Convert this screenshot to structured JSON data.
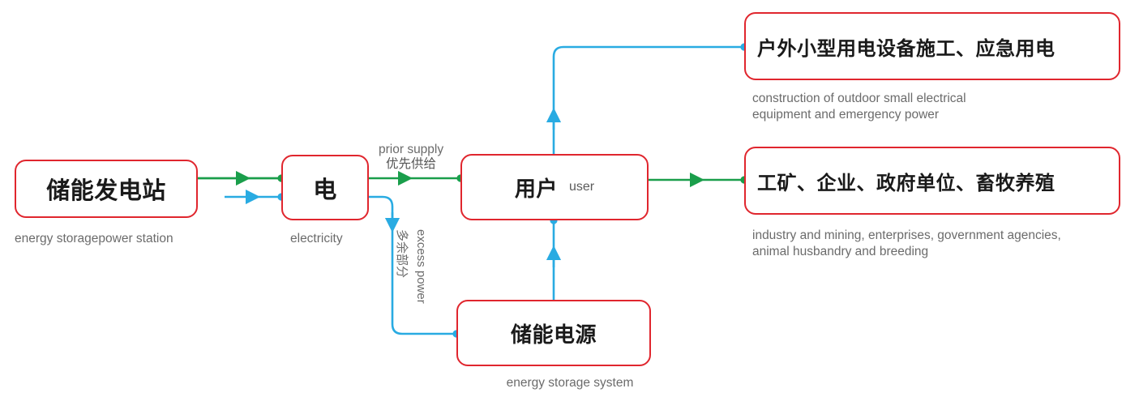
{
  "diagram": {
    "title": "energy storage power flow diagram",
    "colors": {
      "box_border": "#e0262e",
      "flow_green": "#1a9e4b",
      "flow_blue": "#29abe2",
      "caption_text": "#6b6b6b",
      "node_text": "#1a1a1a",
      "background": "#ffffff"
    }
  },
  "nodes": {
    "power_station": {
      "cn": "储能发电站",
      "caption": "energy storagepower station"
    },
    "electricity": {
      "cn": "电",
      "caption": "electricity"
    },
    "user": {
      "cn": "用户",
      "en_inline": "user"
    },
    "storage_system": {
      "cn": "储能电源",
      "caption": "energy storage system"
    },
    "outdoor_use": {
      "cn": "户外小型用电设备施工、应急用电",
      "caption": "construction of outdoor small electrical\nequipment and emergency power"
    },
    "industry_use": {
      "cn": "工矿、企业、政府单位、畜牧养殖",
      "caption": "industry and mining, enterprises, government agencies,\nanimal husbandry and breeding"
    }
  },
  "edge_labels": {
    "prior_supply": {
      "en": "prior supply",
      "cn": "优先供给"
    },
    "excess_power": {
      "en": "excess power",
      "cn": "多余部分"
    }
  }
}
